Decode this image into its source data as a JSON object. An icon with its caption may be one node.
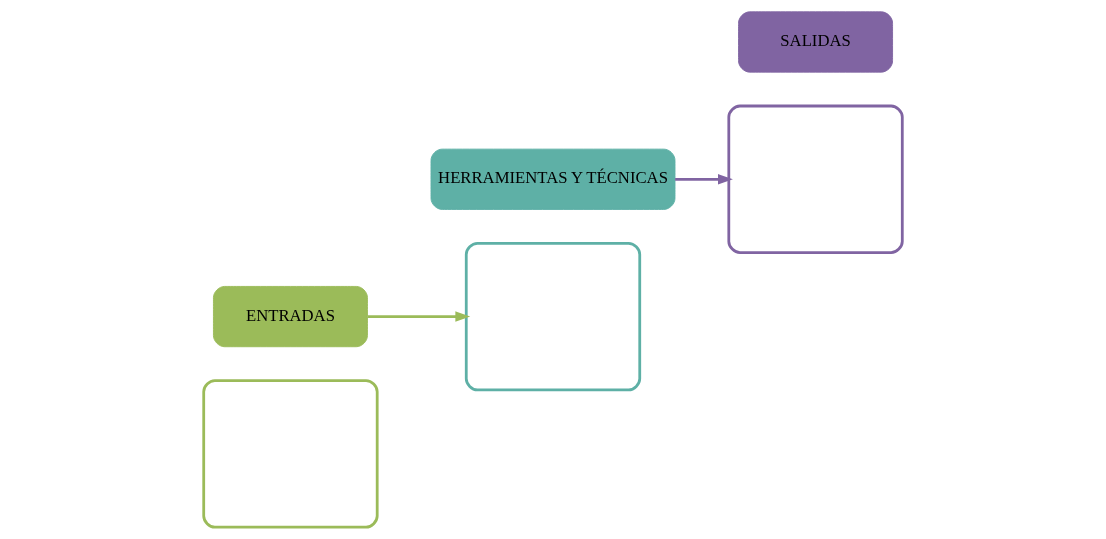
{
  "diagram": {
    "nodes": [
      {
        "text": [],
        "shape": "box"
      },
      {
        "text": [
          "ENTRADAS"
        ]
      },
      {
        "text": [],
        "shape": "box"
      },
      {
        "text": [
          "HERRAMIENTAS Y TÉCNICAS"
        ]
      },
      {
        "text": [],
        "shape": "box"
      },
      {
        "text": [
          "SALIDAS"
        ]
      }
    ],
    "edges": [
      {
        "from": 1,
        "to": 2,
        "arrow": "to",
        "color": "#9bbb59"
      },
      {
        "from": 3,
        "to": 4,
        "arrow": "to",
        "color": "#8064a2"
      }
    ]
  }
}
